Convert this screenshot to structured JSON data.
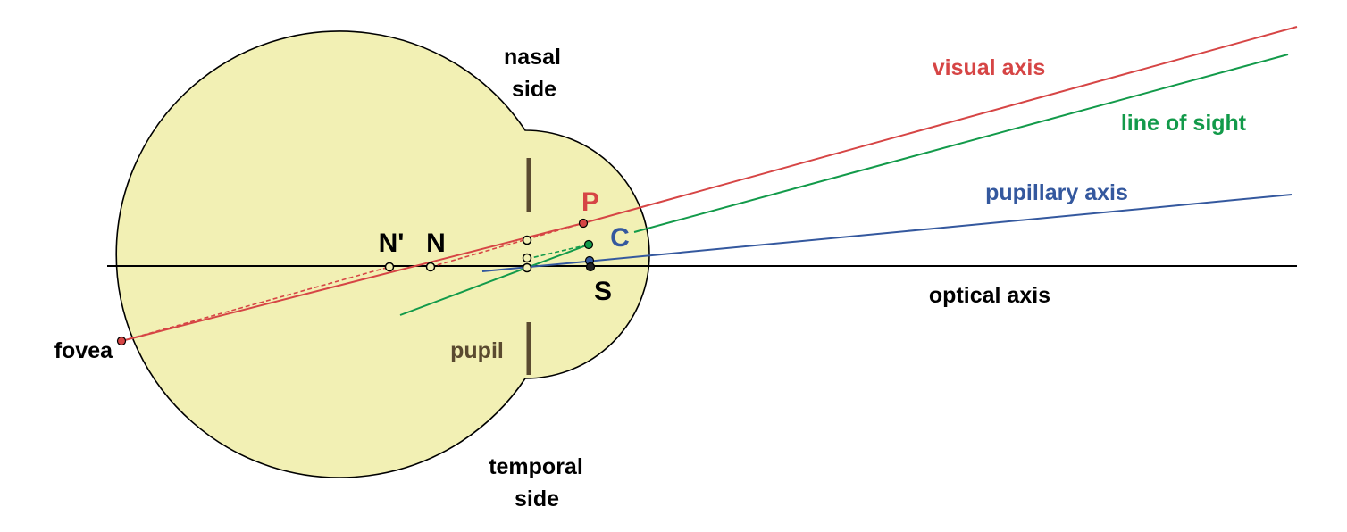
{
  "labels": {
    "nasal_line1": "nasal",
    "nasal_line2": "side",
    "temporal_line1": "temporal",
    "temporal_line2": "side",
    "fovea": "fovea",
    "pupil": "pupil",
    "n_prime": "N'",
    "n": "N",
    "p": "P",
    "c": "C",
    "s": "S",
    "visual_axis": "visual axis",
    "line_of_sight": "line of sight",
    "pupillary_axis": "pupillary axis",
    "optical_axis": "optical axis"
  },
  "colors": {
    "eye_fill": "#f2f0b4",
    "outline": "#000000",
    "visual_axis": "#d64545",
    "line_of_sight": "#129a4a",
    "pupillary_axis": "#34589e",
    "optical_axis": "#000000",
    "pupil": "#5a4a30",
    "point_fill": "#f2f0b4"
  }
}
